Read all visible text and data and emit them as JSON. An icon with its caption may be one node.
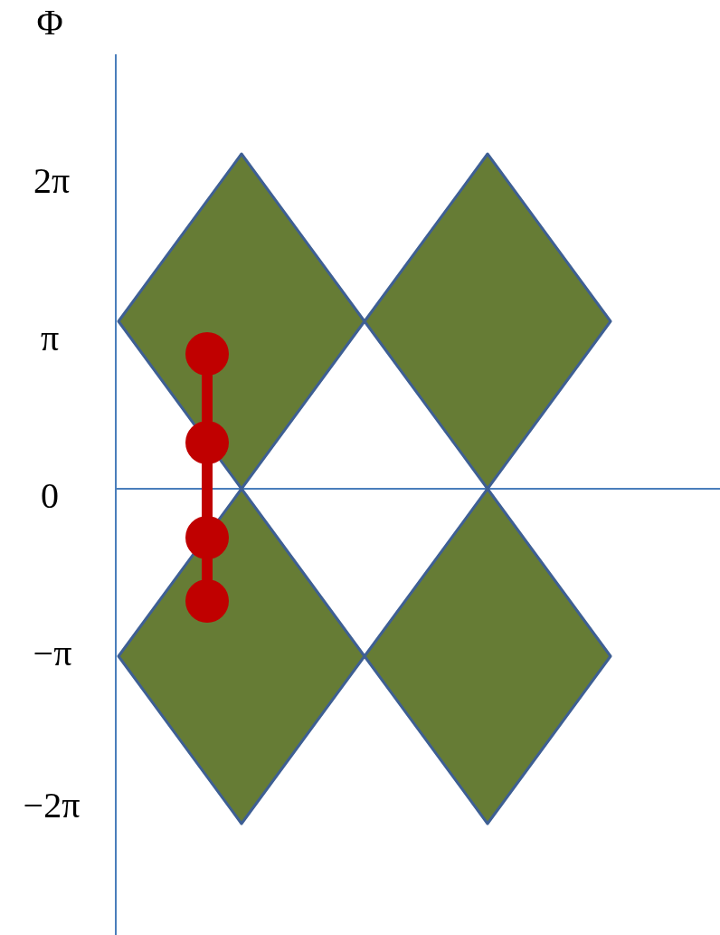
{
  "diagram": {
    "labels": [
      "Φ",
      "2π",
      "π",
      "0",
      "−π",
      "−2π"
    ]
  }
}
